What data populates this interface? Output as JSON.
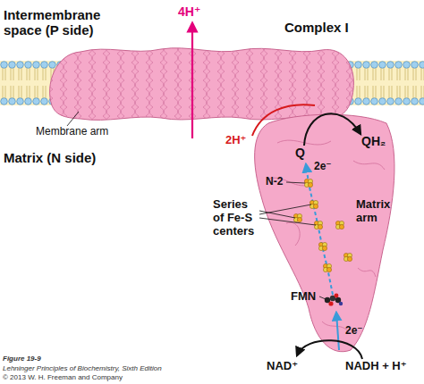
{
  "diagram": {
    "labels": [
      "Intermembrane space (P side)",
      "4H⁺",
      "Complex I",
      "Membrane arm",
      "Matrix (N side)",
      "2H⁺",
      "Q",
      "QH₂",
      "2e⁻",
      "N-2",
      "Series of Fe-S centers",
      "Matrix arm",
      "FMN",
      "2e⁻",
      "NAD⁺",
      "NADH + H⁺",
      "Figure 19-9",
      "Lehninger Principles of Biochemistry, Sixth Edition",
      "© 2013 W. H. Freeman and Company"
    ]
  }
}
